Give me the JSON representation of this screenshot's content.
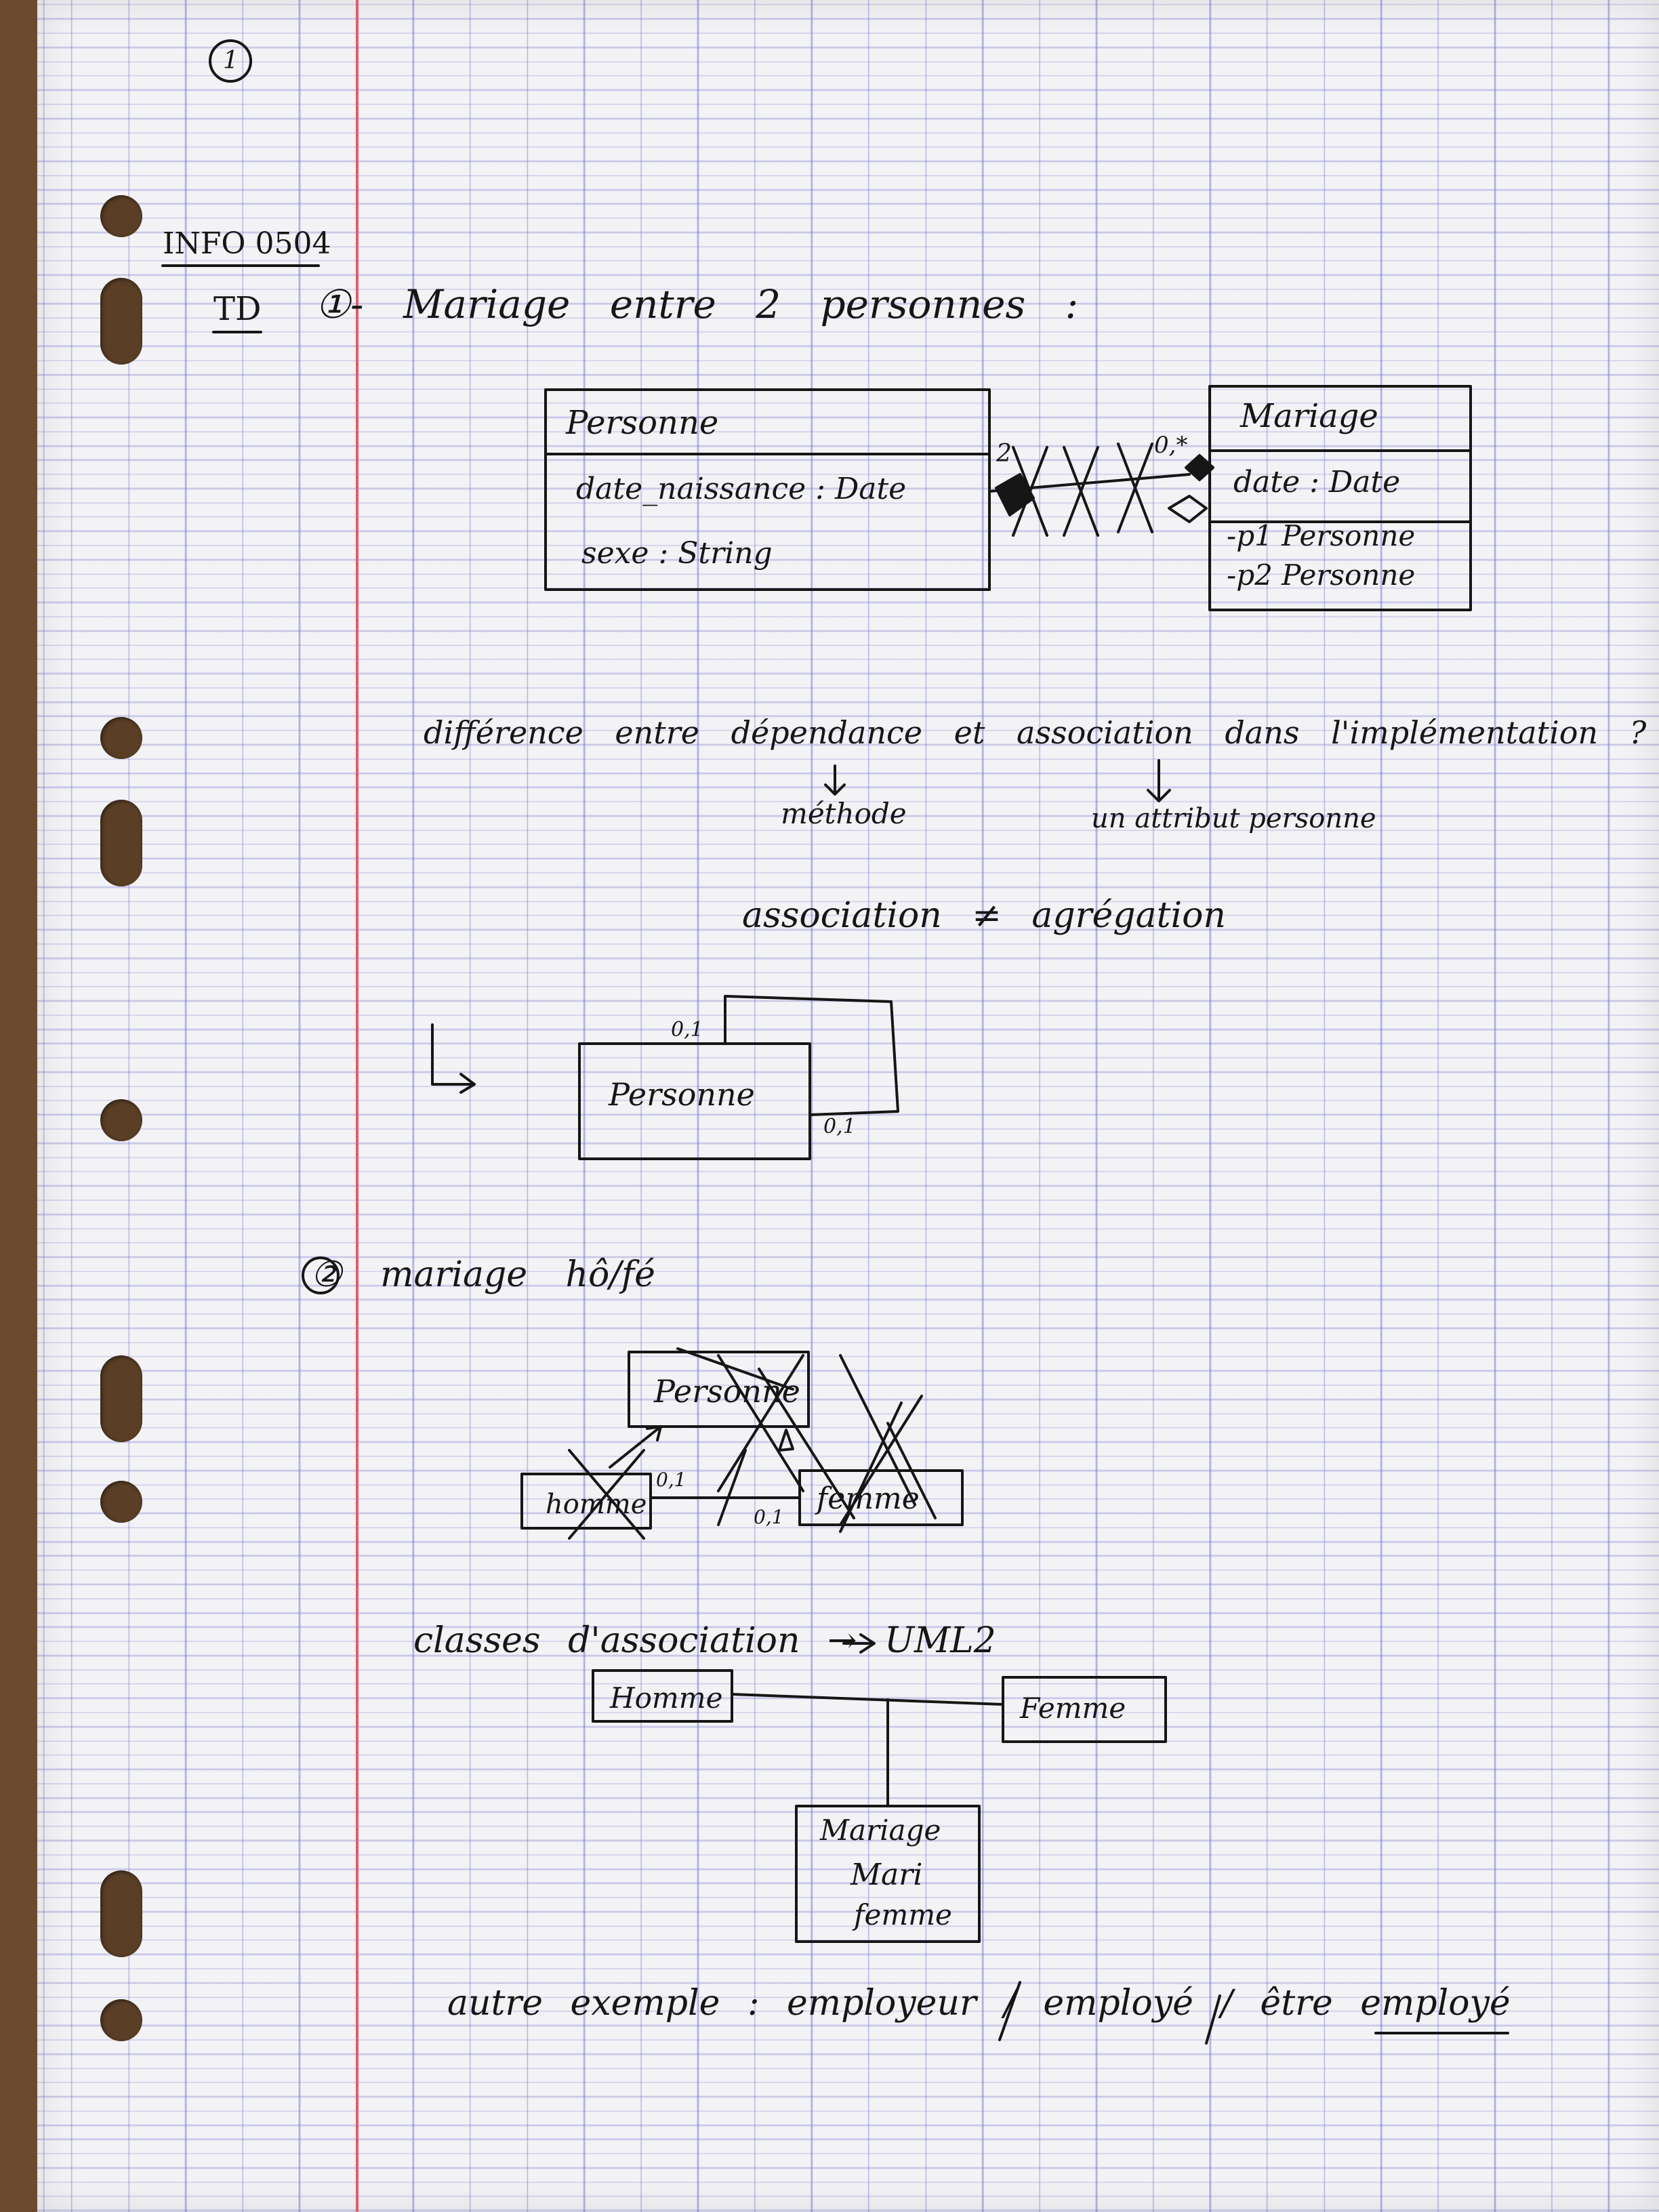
{
  "page_number": "1",
  "header": {
    "course": "INFO 0504",
    "td": "TD",
    "exercise_1_title": "①- Mariage entre 2 personnes :"
  },
  "diagram_1": {
    "personne_class": {
      "name": "Personne",
      "attributes": [
        "date_naissance : Date",
        "sexe : String"
      ]
    },
    "mariage_class": {
      "name": "Mariage",
      "attributes": [
        "date : Date",
        "-p1 Personne",
        "-p2 Personne"
      ]
    },
    "multiplicity_left": "2",
    "multiplicity_right": "0,*"
  },
  "notes": {
    "question": "différence entre dépendance et association dans l'implémentation ?",
    "dependance": "dépendance",
    "association": "association",
    "dependance_arrow_to": "méthode",
    "association_arrow_to": "un attribut personne",
    "assoc_vs_aggreg": "association ≠ agrégation"
  },
  "diagram_2": {
    "class_name": "Personne",
    "multiplicity_top": "0,1",
    "multiplicity_bottom": "0,1"
  },
  "exercise_2": {
    "title": "② mariage hô/fé",
    "crossed_classes": [
      "Personne",
      "homme",
      "femme"
    ],
    "multiplicities": [
      "0,1",
      "0,1"
    ]
  },
  "association_class": {
    "title": "classes d'association → UML2",
    "left": "Homme",
    "right": "Femme",
    "class_name": "Mariage",
    "attributes": [
      "Mari",
      "femme"
    ]
  },
  "footer_example": "autre exemple :  employeur / employé / être employé"
}
